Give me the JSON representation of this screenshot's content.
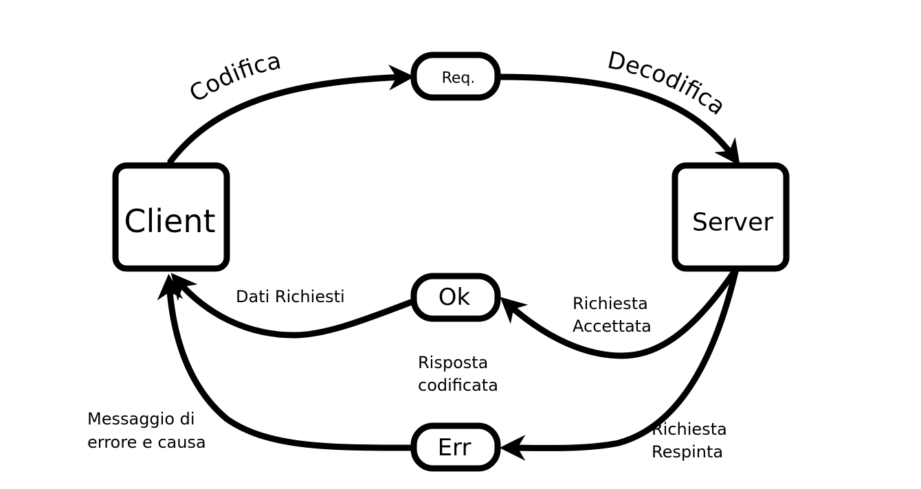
{
  "nodes": {
    "client": "Client",
    "server": "Server",
    "request": "Req.",
    "ok": "Ok",
    "err": "Err"
  },
  "edges": {
    "encode": "Codifica",
    "decode": "Decodifica",
    "accepted_line1": "Richiesta",
    "accepted_line2": "Accettata",
    "rejected_line1": "Richiesta",
    "rejected_line2": "Respinta",
    "requested_data": "Dati Richiesti",
    "encoded_response_line1": "Risposta",
    "encoded_response_line2": "codificata",
    "error_message_line1": "Messaggio di",
    "error_message_line2": "errore e causa"
  }
}
